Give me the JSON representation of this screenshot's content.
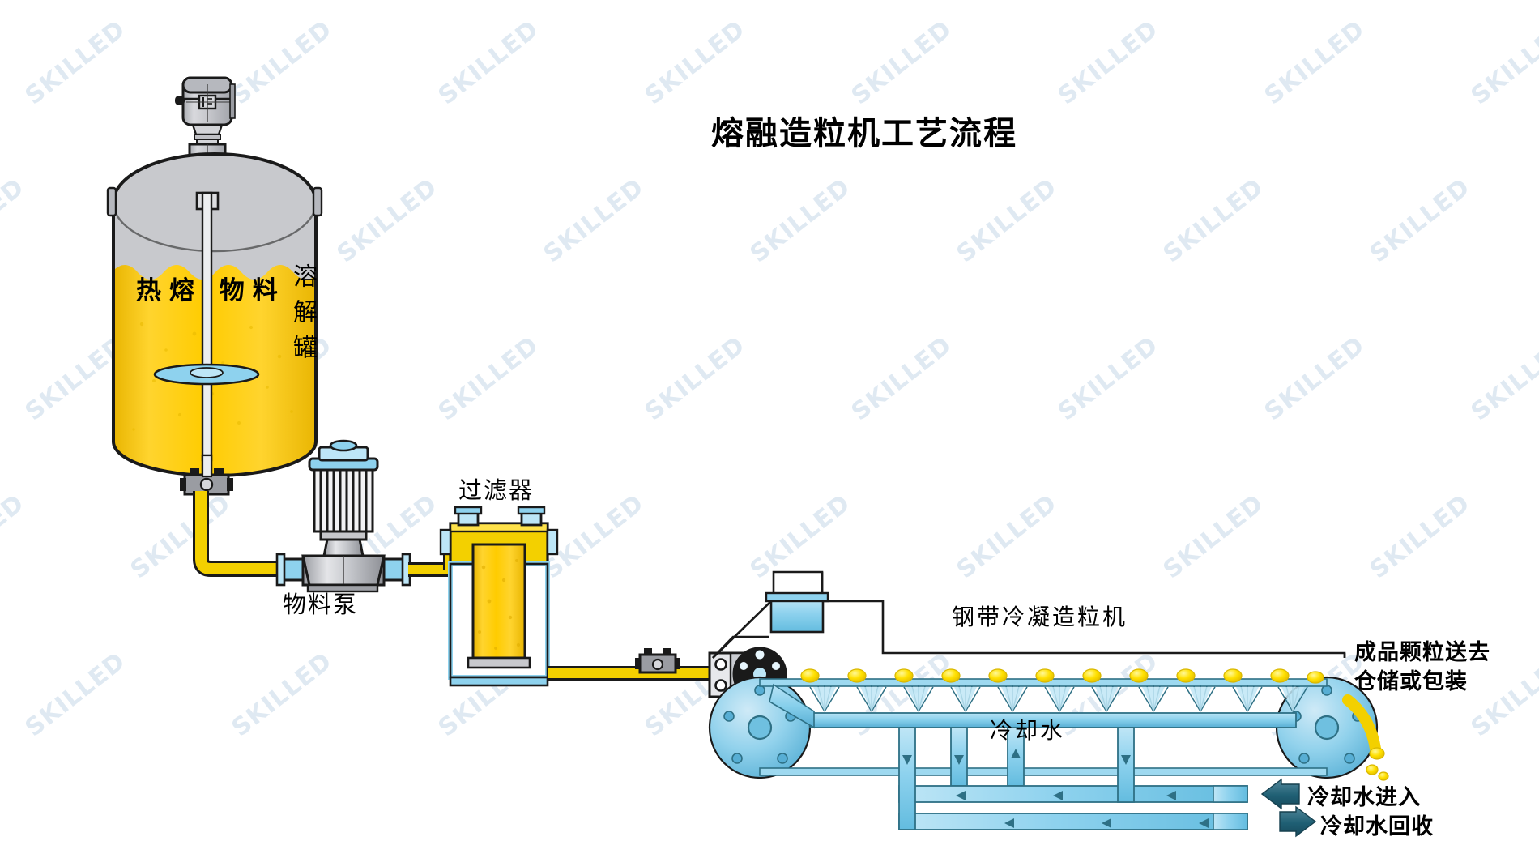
{
  "page": {
    "title": "熔融造粒机工艺流程",
    "background_color": "#ffffff",
    "watermark_text": "SKILLED",
    "watermark_color": "#dfe9f2"
  },
  "palette": {
    "melt_yellow": "#f5c400",
    "melt_yellow_light": "#ffd93b",
    "pipe_yellow": "#f2d200",
    "tank_gray": "#c8c9cd",
    "water_blue": "#8fd3ef",
    "water_blue_dark": "#3b93b5",
    "steel_blue": "#2e7085",
    "outline": "#1a1a1a",
    "droplet_yellow": "#ffe200"
  },
  "labels": {
    "tank_contents": "热熔 物料",
    "tank_name": "溶解罐",
    "pump": "物料泵",
    "filter": "过滤器",
    "granulator": "钢带冷凝造粒机",
    "cooling_water": "冷却水",
    "product_out_line1": "成品颗粒送去",
    "product_out_line2": "仓储或包装",
    "cooling_water_in": "冷却水进入",
    "cooling_water_return": "冷却水回收"
  },
  "equipment": [
    {
      "id": "agitator-motor",
      "name": "搅拌电机",
      "kind": "motor"
    },
    {
      "id": "dissolving-tank",
      "name": "溶解罐",
      "kind": "vessel"
    },
    {
      "id": "material-pump",
      "name": "物料泵",
      "kind": "pump"
    },
    {
      "id": "filter-unit",
      "name": "过滤器",
      "kind": "filter"
    },
    {
      "id": "drop-former",
      "name": "滴料器",
      "kind": "rotoformer"
    },
    {
      "id": "steel-belt",
      "name": "钢带冷凝造粒机",
      "kind": "belt-cooler"
    }
  ],
  "flow_arrows": [
    {
      "id": "cooling-in",
      "direction": "left",
      "label": "冷却水进入",
      "color": "#2e7085"
    },
    {
      "id": "cooling-return",
      "direction": "right",
      "label": "冷却水回收",
      "color": "#2e7085"
    }
  ],
  "counts": {
    "spray_nozzles": 11,
    "droplets_on_belt": 12
  }
}
